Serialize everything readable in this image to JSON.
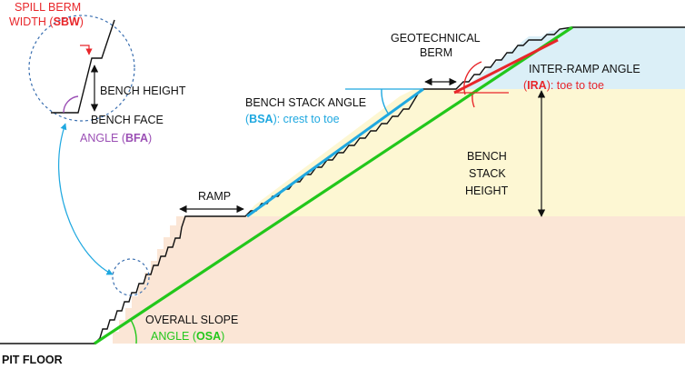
{
  "labels": {
    "spill_berm_l1": "SPILL BERM",
    "spill_berm_l2": "WIDTH (",
    "spill_berm_abbr": "SBW",
    "spill_berm_close": ")",
    "bench_height": "BENCH HEIGHT",
    "bench_face_l1": "BENCH FACE",
    "bench_face_l2": "ANGLE (",
    "bench_face_abbr": "BFA",
    "bench_face_close": ")",
    "geotech_l1": "GEOTECHNICAL",
    "geotech_l2": "BERM",
    "bench_stack_angle_l1": "BENCH STACK ANGLE",
    "bench_stack_angle_open": "(",
    "bench_stack_angle_abbr": "BSA",
    "bench_stack_angle_rest": "): crest to toe",
    "ira_l1": "INTER-RAMP ANGLE",
    "ira_open": "(",
    "ira_abbr": "IRA",
    "ira_rest": "): toe to toe",
    "bench_stack_height_l1": "BENCH",
    "bench_stack_height_l2": "STACK",
    "bench_stack_height_l3": "HEIGHT",
    "ramp": "RAMP",
    "osa_l1": "OVERALL SLOPE",
    "osa_l2": "ANGLE (",
    "osa_abbr": "OSA",
    "osa_close": ")",
    "pit_floor": "PIT FLOOR"
  },
  "colors": {
    "red": "#e8262a",
    "purple": "#9b4fb5",
    "blue": "#1fa8e0",
    "green": "#22c71b",
    "band_blue": "#dbeff7",
    "band_yellow": "#fdf7d3",
    "band_peach": "#fbe6d6",
    "ink": "#111111"
  }
}
